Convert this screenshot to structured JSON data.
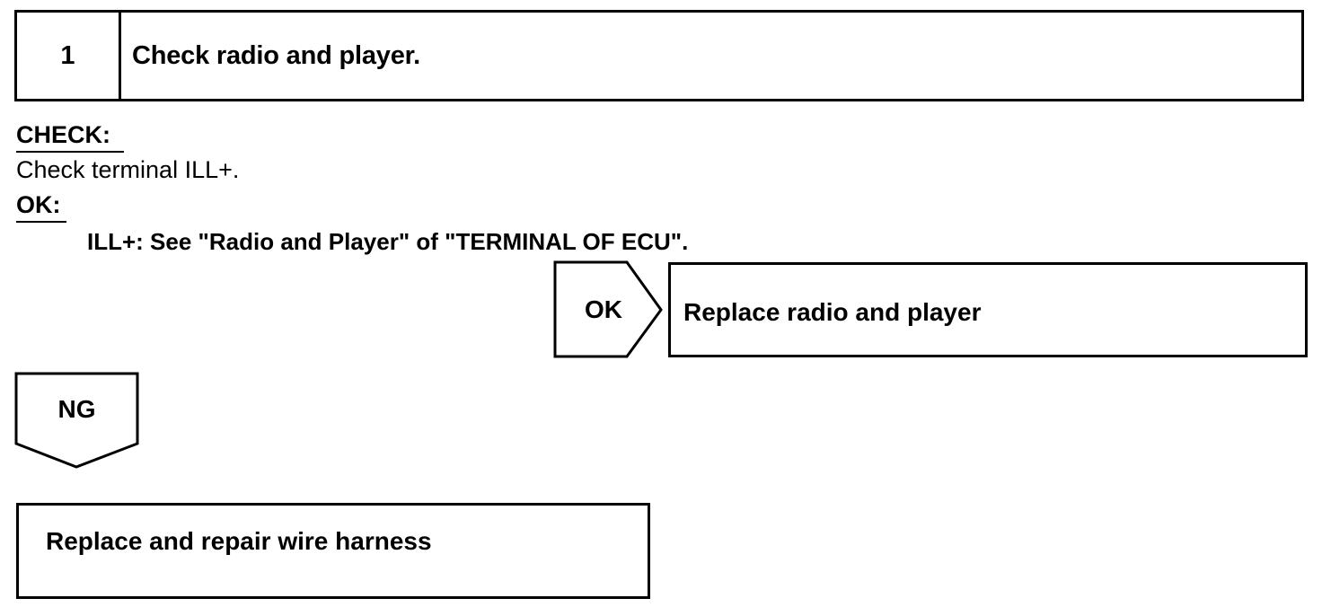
{
  "step": {
    "number": "1",
    "title": "Check radio and player."
  },
  "check": {
    "heading": "CHECK:",
    "text": "Check terminal ILL+."
  },
  "ok_spec": {
    "heading": "OK:",
    "text": "ILL+: See \"Radio and Player\" of \"TERMINAL OF ECU\"."
  },
  "ok_branch": {
    "label": "OK",
    "action": "Replace radio and player"
  },
  "ng_branch": {
    "label": "NG",
    "action": "Replace and repair wire harness"
  }
}
